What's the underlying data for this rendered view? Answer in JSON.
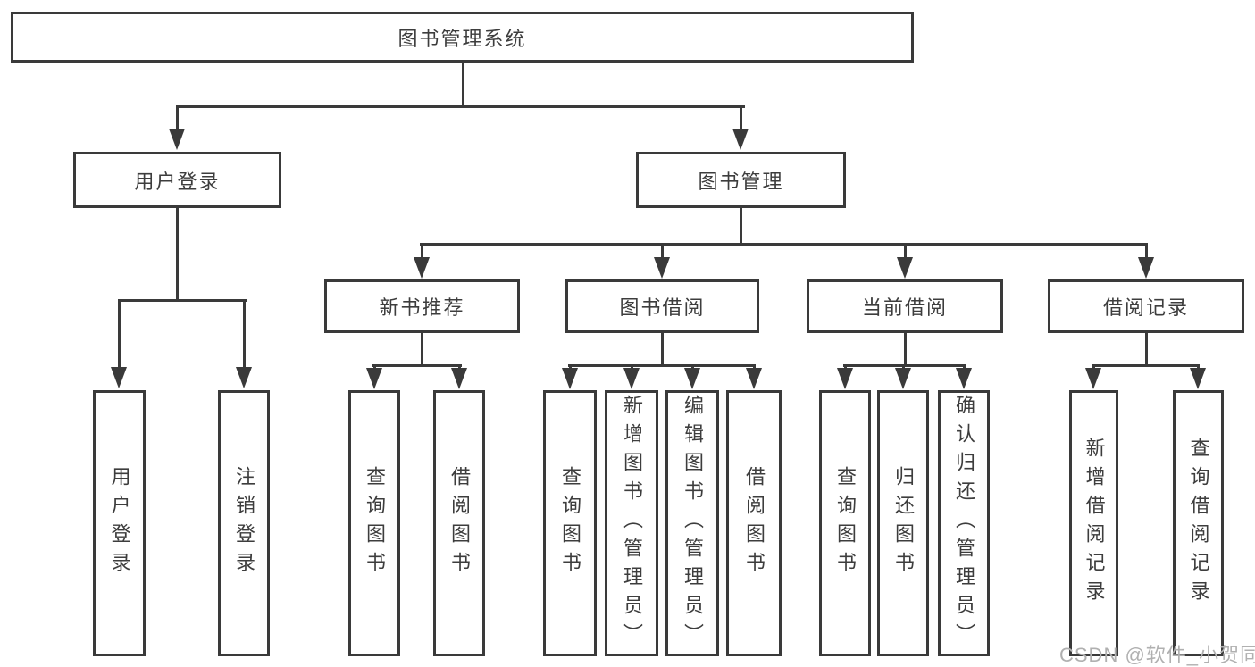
{
  "diagram": {
    "root": {
      "label": "图书管理系统"
    },
    "level2": [
      {
        "label": "用户登录"
      },
      {
        "label": "图书管理"
      }
    ],
    "level3": [
      {
        "label": "新书推荐"
      },
      {
        "label": "图书借阅"
      },
      {
        "label": "当前借阅"
      },
      {
        "label": "借阅记录"
      }
    ],
    "leaves": {
      "user_login": [
        "用户登录",
        "注销登录"
      ],
      "new_book": [
        "查询图书",
        "借阅图书"
      ],
      "book_borrow": [
        "查询图书",
        "新增图书（管理员）",
        "编辑图书（管理员）",
        "借阅图书"
      ],
      "current_borrow": [
        "查询图书",
        "归还图书",
        "确认归还（管理员）"
      ],
      "borrow_record": [
        "新增借阅记录",
        "查询借阅记录"
      ]
    }
  },
  "watermark": {
    "text": "CSDN @软件_小贺同学"
  },
  "colors": {
    "line": "#3a3a3a",
    "text": "#3d3d3d",
    "watermark": "#b0b0b0",
    "background": "#ffffff"
  }
}
